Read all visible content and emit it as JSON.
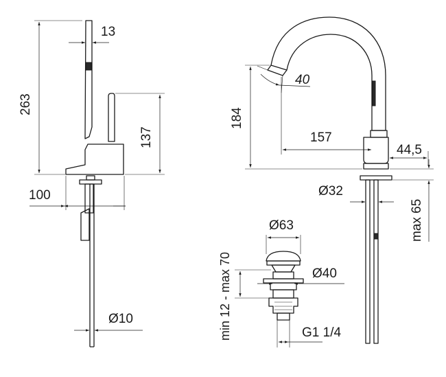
{
  "dimensions": {
    "side_height": "263",
    "side_width": "13",
    "lever_height": "137",
    "side_base": "100",
    "tube_dia": "Ø10",
    "spout_height": "184",
    "spout_angle": "40",
    "spout_reach": "157",
    "base_offset": "44,5",
    "body_dia": "Ø32",
    "deck_thickness": "max 65",
    "waste_top_dia": "Ø63",
    "waste_body_dia": "Ø40",
    "waste_range": "min 12 - max 70",
    "waste_thread": "G1 1/4"
  },
  "colors": {
    "line": "#1a1a1a",
    "background": "#ffffff"
  }
}
